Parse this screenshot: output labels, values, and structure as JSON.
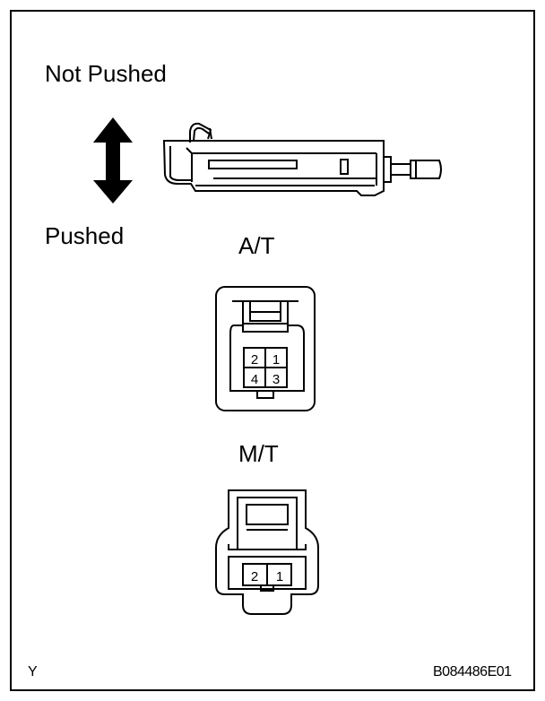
{
  "labels": {
    "not_pushed": "Not Pushed",
    "pushed": "Pushed",
    "at": "A/T",
    "mt": "M/T",
    "corner_left": "Y",
    "figure_code": "B084486E01"
  },
  "at_connector": {
    "pins": [
      "2",
      "1",
      "4",
      "3"
    ]
  },
  "mt_connector": {
    "pins": [
      "2",
      "1"
    ]
  },
  "colors": {
    "line": "#000000",
    "background": "#ffffff"
  }
}
